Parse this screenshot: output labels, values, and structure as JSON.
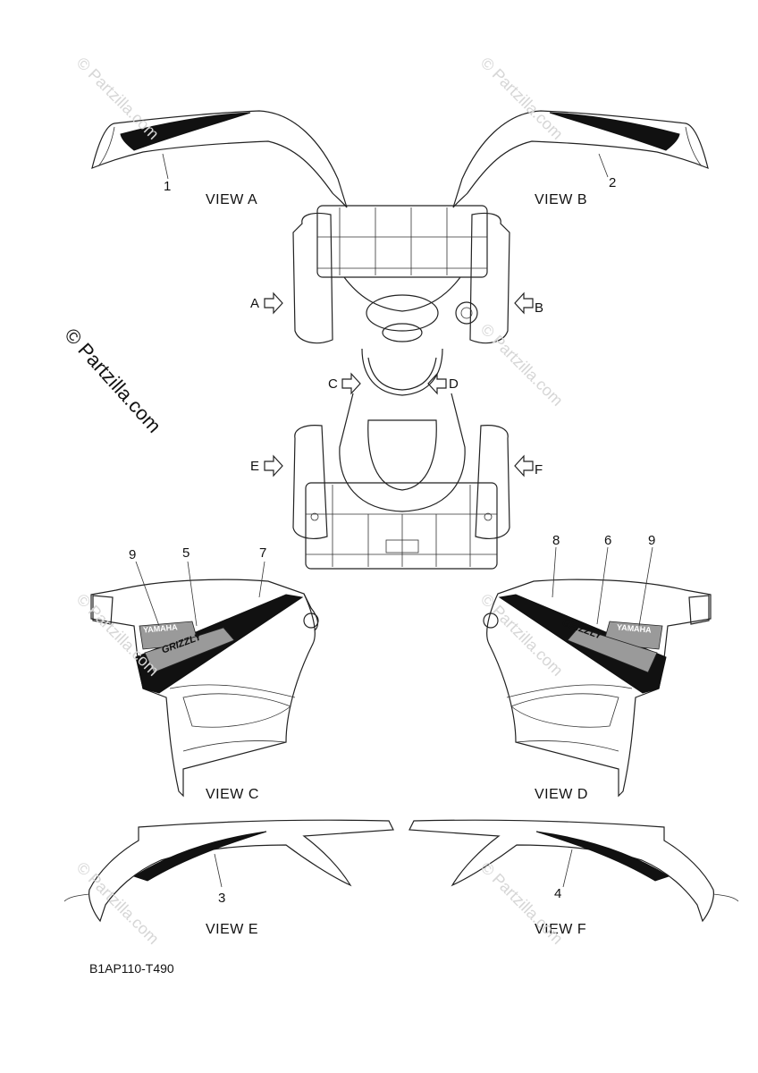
{
  "views": {
    "a": "VIEW A",
    "b": "VIEW B",
    "c": "VIEW C",
    "d": "VIEW D",
    "e": "VIEW E",
    "f": "VIEW F"
  },
  "callouts": [
    "1",
    "2",
    "3",
    "4",
    "5",
    "6",
    "7",
    "8",
    "9",
    "9"
  ],
  "arrows": {
    "a": "A",
    "b": "B",
    "c": "C",
    "d": "D",
    "e": "E",
    "f": "F"
  },
  "decals": {
    "brand": "YAMAHA",
    "model": "GRIZZLY"
  },
  "watermark": {
    "main": "© Partzilla.com",
    "small": "© Partzilla.com"
  },
  "drawing_code": "B1AP110-T490"
}
